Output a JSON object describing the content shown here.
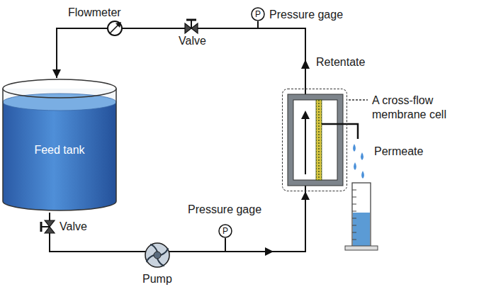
{
  "diagram": {
    "nodes": [
      {
        "text": [
          "Feed tank"
        ]
      },
      {
        "text": [
          "P",
          "Pressure gage"
        ]
      },
      {
        "text": [
          "A cross-flow membrane cell"
        ]
      },
      {
        "text": [
          "P",
          "Pressure gage"
        ]
      }
    ],
    "edges": [
      {
        "from": 0,
        "to": 2,
        "arrow": "to"
      },
      {
        "from": 2,
        "to": 0,
        "arrow": "to"
      }
    ],
    "labels": [
      "Flowmeter",
      "Valve",
      "Retentate",
      "Permeate",
      "Valve",
      "Pump"
    ]
  }
}
